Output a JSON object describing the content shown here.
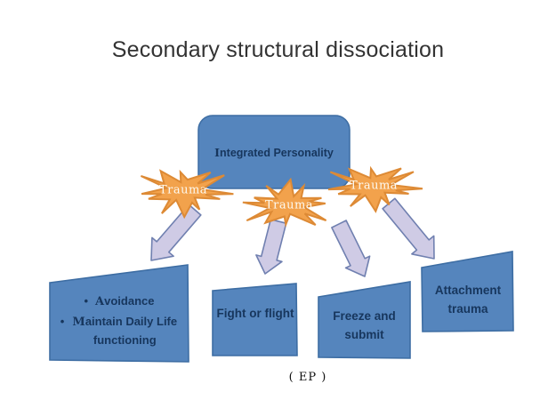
{
  "slide": {
    "title": "Secondary structural dissociation",
    "footer_label": "( EP )"
  },
  "diagram": {
    "root_label": "Integrated Personality",
    "bursts": [
      {
        "label": "Trauma"
      },
      {
        "label": "Trauma"
      },
      {
        "label": "Trauma"
      }
    ],
    "outcome_boxes": [
      {
        "type": "bullets",
        "items": [
          "Avoidance",
          "Maintain Daily Life functioning"
        ]
      },
      {
        "type": "label",
        "label": "Fight or flight"
      },
      {
        "type": "label",
        "label": "Freeze and submit"
      },
      {
        "type": "label",
        "label": "Attachment trauma"
      }
    ]
  },
  "icons": {
    "burst_icon": "explosion-starburst-icon",
    "arrow_icon": "down-block-arrow-icon"
  },
  "colors": {
    "accent-blue": "#5585BD",
    "box-border": "#3D6DA3",
    "navy-text": "#17365D",
    "burst-fill": "#F2A24C",
    "burst-border": "#DD8A35",
    "burst-text": "#FDF9F0",
    "arrow-fill": "#CFCBE5",
    "arrow-border": "#7080B0",
    "title-color": "#333333",
    "footer-color": "#111111"
  }
}
